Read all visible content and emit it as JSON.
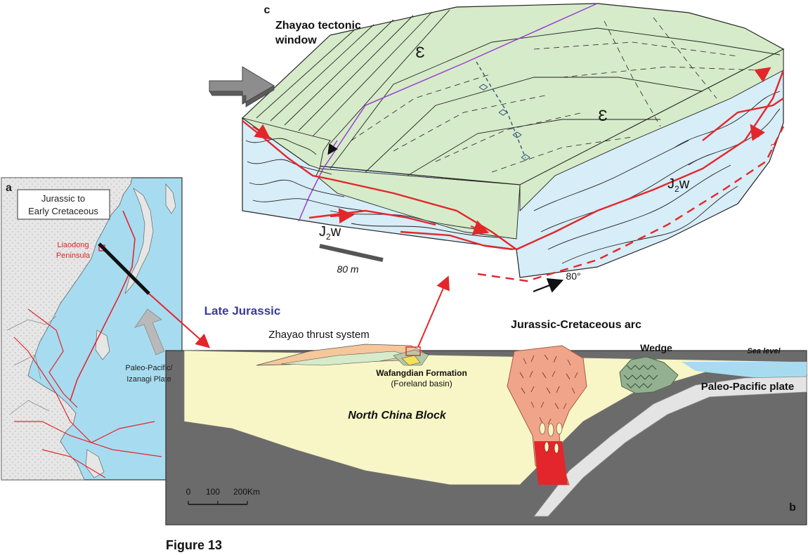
{
  "figure_caption": "Figure 13",
  "panel_a": {
    "letter": "a",
    "title_line1": "Jurassic to",
    "title_line2": "Early Cretaceous",
    "location_line1": "Liaodong",
    "location_line2": "Peninsula",
    "plate_line1": "Paleo-Pacific/",
    "plate_line2": "Izanagi Plate"
  },
  "panel_b": {
    "letter": "b",
    "age_label": "Late Jurassic",
    "thrust_label": "Zhayao thrust system",
    "formation_line1": "Wafangdian Formation",
    "formation_line2": "(Foreland basin)",
    "arc_label": "Jurassic-Cretaceous arc",
    "wedge_label": "Wedge",
    "sea_label": "Sea level",
    "plate_label": "Paleo-Pacific plate",
    "block_label": "North China Block",
    "scale_0": "0",
    "scale_100": "100",
    "scale_200": "200Km"
  },
  "panel_c": {
    "letter": "c",
    "title_line1": "Zhayao tectonic",
    "title_line2": "window",
    "unit_cambrian": "Ɛ",
    "unit_j2w_left": "J",
    "unit_j2w_sub": "2",
    "unit_j2w_w": "w",
    "scale_label": "80 m",
    "direction_label": "80°",
    "question_mark": "?"
  },
  "colors": {
    "sea": "#a7dcf0",
    "land_map": "#e6e6e6",
    "block": "#f8f6c6",
    "cambrian_green": "#d6ebc9",
    "j2w_blue": "#d7edf7",
    "fault_red": "#e3262b",
    "arc_salmon": "#f0a48a",
    "wedge_green": "#93b090",
    "mantle_gray": "#6b6b6b",
    "age_blue": "#3b3aa0"
  }
}
